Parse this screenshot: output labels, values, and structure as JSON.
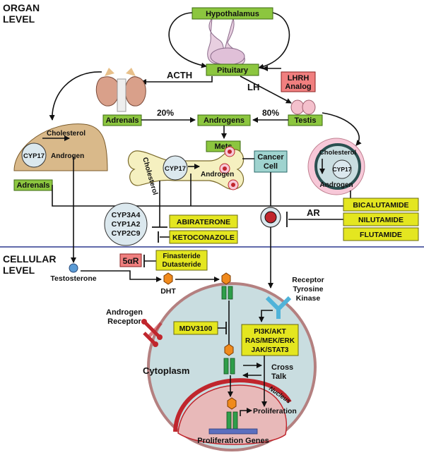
{
  "levels": {
    "organ": [
      "ORGAN",
      "LEVEL"
    ],
    "cellular": [
      "CELLULAR",
      "LEVEL"
    ]
  },
  "organs": {
    "hypothalamus": "Hypothalamus",
    "pituitary": "Pituitary",
    "adrenals_top": "Adrenals",
    "testis": "Testis",
    "androgens": "Androgens",
    "mets": "Mets",
    "cancer_cell": [
      "Cancer",
      "Cell"
    ],
    "lhrh": [
      "LHRH",
      "Analog"
    ],
    "adrenals_left": "Adrenals"
  },
  "hormones": {
    "acth": "ACTH",
    "lh": "LH",
    "pct20": "20%",
    "pct80": "80%"
  },
  "left_adrenal": {
    "cholesterol": "Cholesterol",
    "cyp17": "CYP17",
    "androgen": "Androgen"
  },
  "mets_bone": {
    "cholesterol": "Cholesterol",
    "cyp17": "CYP17",
    "androgen": "Androgen"
  },
  "testis_cell": {
    "cholesterol": "Cholesterol",
    "cyp17": "CYP17",
    "androgen": "Androgen"
  },
  "enzymes": [
    "CYP3A4",
    "CYP1A2",
    "CYP2C9"
  ],
  "drugs": {
    "abiraterone": "ABIRATERONE",
    "ketoconazole": "KETOCONAZOLE",
    "bicalutamide": "BICALUTAMIDE",
    "nilutamide": "NILUTAMIDE",
    "flutamide": "FLUTAMIDE",
    "finasteride": [
      "Finasteride",
      "Dutasteride"
    ],
    "mdv3100": "MDV3100"
  },
  "ar": "AR",
  "reductase": "5αR",
  "cellular": {
    "testosterone": "Testosterone",
    "dht": "DHT",
    "receptor_tk": [
      "Receptor",
      "Tyrosine",
      "Kinase"
    ],
    "androgen_receptor": [
      "Androgen",
      "Receptor"
    ],
    "pathways": [
      "PI3K/AKT",
      "RAS/MEK/ERK",
      "JAK/STAT3"
    ],
    "cross_talk": [
      "Cross",
      "Talk"
    ],
    "cytoplasm": "Cytoplasm",
    "nucleus": "Nucleus",
    "proliferation": "Proliferation",
    "proliferation_genes": "Proliferation Genes"
  },
  "colors": {
    "green_box": "#8cc63f",
    "yellow_box": "#e4e620",
    "pink_box": "#f07f7f",
    "teal_box": "#9fd3cf",
    "cell_fill": "#c9dde0",
    "cell_border": "#b48080",
    "nucleus_red": "#c0262d",
    "bone": "#f5f0c0",
    "adrenal_tan": "#d9b98a",
    "receptor_green": "#2e9e4a",
    "hormone_orange": "#f08a1c",
    "testosterone_blue": "#5b9bd5",
    "divider": "#2f3a8f"
  }
}
